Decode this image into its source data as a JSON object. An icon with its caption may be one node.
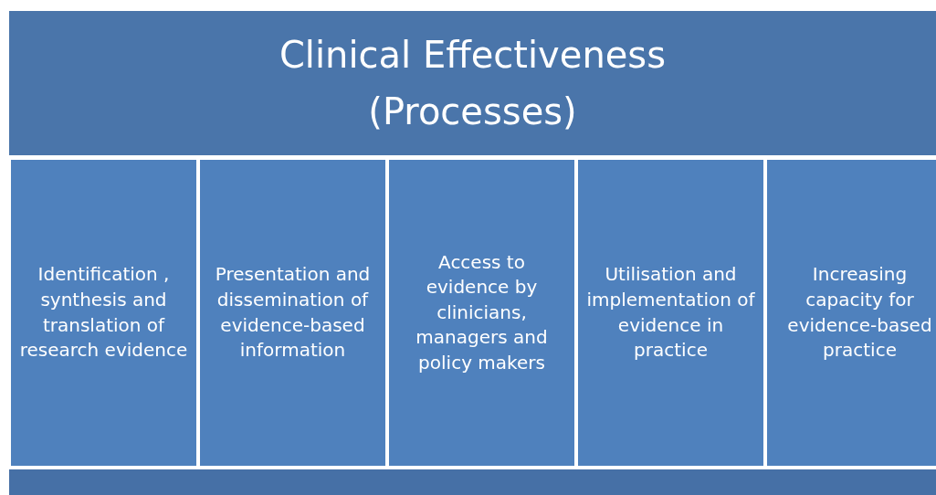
{
  "diagram": {
    "nodes": [
      {
        "text": [
          "Clinical Effectiveness (Processes)"
        ]
      },
      {
        "text": [
          "Identification , synthesis and translation of research evidence"
        ]
      },
      {
        "text": [
          "Presentation and dissemination of evidence-based information"
        ]
      },
      {
        "text": [
          "Access to evidence by clinicians, managers and policy makers"
        ]
      },
      {
        "text": [
          "Utilisation and implementation of evidence in practice"
        ]
      },
      {
        "text": [
          "Increasing capacity for evidence-based practice"
        ]
      },
      {
        "text": [],
        "shape": "bar"
      }
    ],
    "edges": []
  }
}
